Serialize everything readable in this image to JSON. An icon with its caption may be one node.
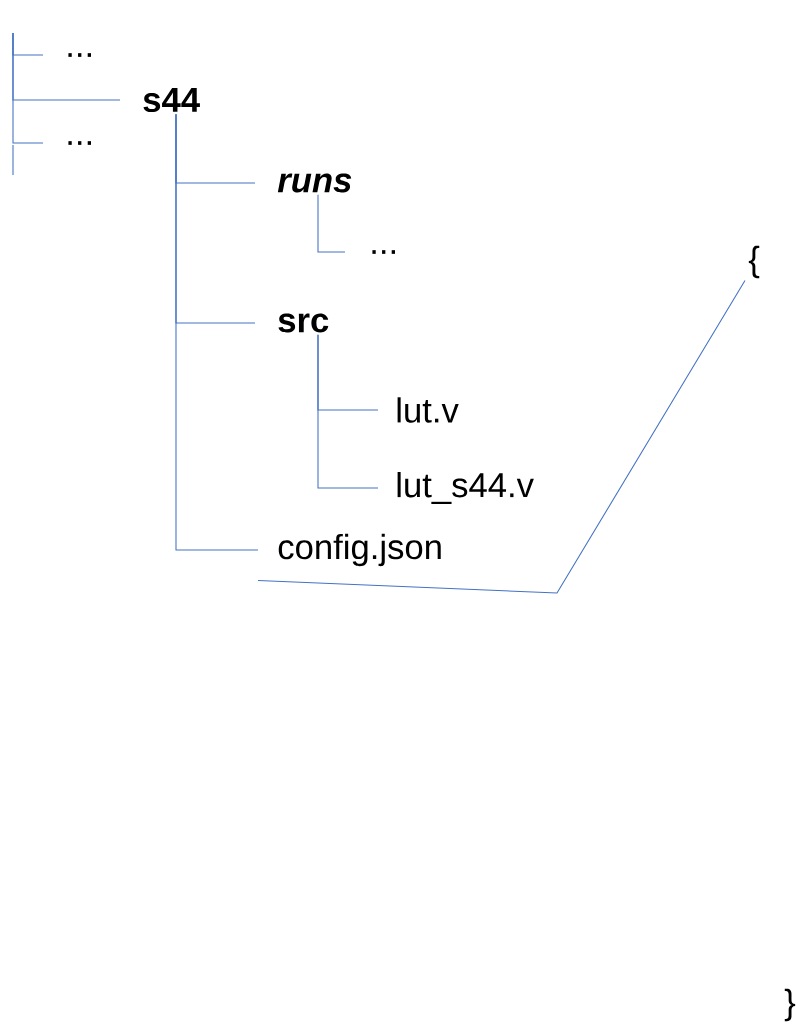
{
  "diagram": {
    "nodes": [
      {
        "text": [
          "..."
        ]
      },
      {
        "text": [
          "s44"
        ]
      },
      {
        "text": [
          "..."
        ]
      },
      {
        "text": [
          "runs"
        ]
      },
      {
        "text": [
          "..."
        ]
      },
      {
        "text": [
          "src"
        ]
      },
      {
        "text": [
          "lut.v"
        ]
      },
      {
        "text": [
          "lut_s44.v"
        ]
      },
      {
        "text": [
          "config.json"
        ]
      },
      {
        "text": [
          "{"
        ]
      }
    ],
    "edges": [
      {
        "from": null,
        "to": 0,
        "arrow": "none"
      },
      {
        "from": null,
        "to": 1,
        "arrow": "none"
      },
      {
        "from": null,
        "to": 2,
        "arrow": "none"
      },
      {
        "from": 1,
        "to": 3,
        "arrow": "none"
      },
      {
        "from": 3,
        "to": 4,
        "arrow": "none"
      },
      {
        "from": 1,
        "to": 5,
        "arrow": "none"
      },
      {
        "from": 5,
        "to": 6,
        "arrow": "none"
      },
      {
        "from": 5,
        "to": 7,
        "arrow": "none"
      },
      {
        "from": 1,
        "to": 8,
        "arrow": "none"
      },
      {
        "from": 8,
        "to": 9,
        "arrow": "none"
      }
    ],
    "labels": [
      "}"
    ]
  }
}
